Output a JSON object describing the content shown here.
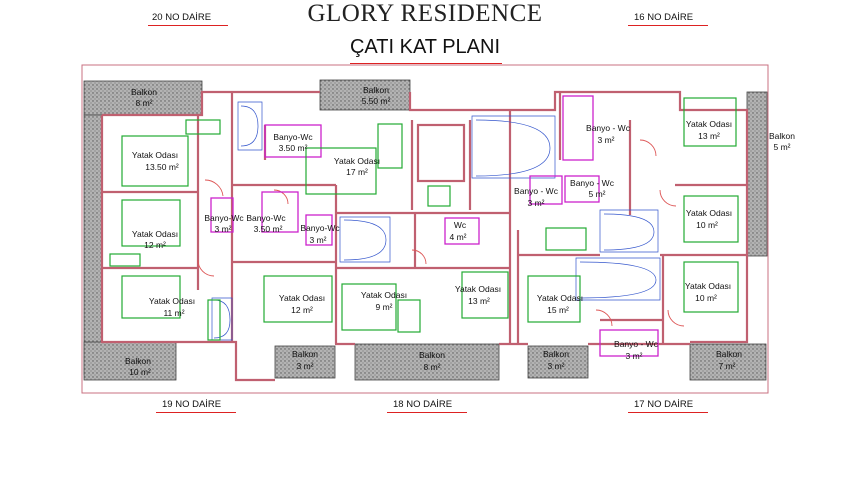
{
  "title": "GLORY RESIDENCE",
  "subtitle": "ÇATI KAT PLANI",
  "units": {
    "u20": "20 NO DAİRE",
    "u16": "16 NO DAİRE",
    "u19": "19 NO DAİRE",
    "u18": "18 NO DAİRE",
    "u17": "17 NO DAİRE"
  },
  "rooms": {
    "balkon_tl": [
      "Balkon",
      "8 m²"
    ],
    "balkon_tc": [
      "Balkon",
      "5.50 m²"
    ],
    "balkon_r": [
      "Balkon",
      "5 m²"
    ],
    "yatak_13_50": [
      "Yatak Odası",
      "13.50 m²"
    ],
    "banyo_350a": [
      "Banyo-Wc",
      "3.50 m²"
    ],
    "yatak_17": [
      "Yatak Odası",
      "17 m²"
    ],
    "banyo_r1": [
      "Banyo - Wc",
      "3 m²"
    ],
    "yatak_13r": [
      "Yatak Odası",
      "13 m²"
    ],
    "banyo_r2": [
      "Banyo - Wc",
      "5 m²"
    ],
    "banyo_c3": [
      "Banyo - Wc",
      "3 m²"
    ],
    "yatak_12a": [
      "Yatak Odası",
      "12 m²"
    ],
    "banyo_3b": [
      "Banyo-Wc",
      "3 m²"
    ],
    "banyo_350b": [
      "Banyo-Wc",
      "3.50 m²"
    ],
    "banyo_3c": [
      "Banyo-Wc",
      "3 m²"
    ],
    "wc_4": [
      "Wc",
      "4 m²"
    ],
    "yatak_10a": [
      "Yatak Odası",
      "10 m²"
    ],
    "yatak_11": [
      "Yatak Odası",
      "11 m²"
    ],
    "yatak_12b": [
      "Yatak Odası",
      "12 m²"
    ],
    "yatak_9": [
      "Yatak Odası",
      "9 m²"
    ],
    "yatak_13c": [
      "Yatak Odası",
      "13 m²"
    ],
    "yatak_15": [
      "Yatak Odası",
      "15 m²"
    ],
    "yatak_10b": [
      "Yatak Odası",
      "10 m²"
    ],
    "banyo_3d": [
      "Banyo - Wc",
      "3 m²"
    ],
    "balkon_bl": [
      "Balkon",
      "10 m²"
    ],
    "balkon_b3a": [
      "Balkon",
      "3 m²"
    ],
    "balkon_b8": [
      "Balkon",
      "8 m²"
    ],
    "balkon_b3b": [
      "Balkon",
      "3 m²"
    ],
    "balkon_br": [
      "Balkon",
      "7 m²"
    ]
  },
  "colors": {
    "wall": "#c06070",
    "furniture": "#22aa33",
    "bathroom": "#cc22cc",
    "stairs": "#3355cc",
    "balcony_fill": "#9a9a9a",
    "heading_line": "#dd2222"
  }
}
